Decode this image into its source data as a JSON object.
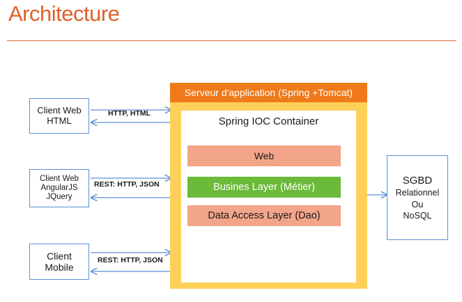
{
  "title": "Architecture",
  "clients": {
    "web_html": [
      "Client Web",
      "HTML"
    ],
    "web_angular": [
      "Client Web",
      "AngularJS",
      "JQuery"
    ],
    "mobile": [
      "Client",
      "Mobile"
    ]
  },
  "connections": {
    "web_html": "HTTP, HTML",
    "web_angular": "REST: HTTP, JSON",
    "mobile": "REST: HTTP, JSON"
  },
  "server": {
    "header": "Serveur d'application (Spring +Tomcat)",
    "container_title": "Spring IOC Container",
    "layers": {
      "web": "Web",
      "business": "Busines Layer (Métier)",
      "dao": "Data Access Layer (Dao)"
    }
  },
  "database": [
    "SGBD",
    "Relationnel",
    "Ou",
    "NoSQL"
  ],
  "colors": {
    "title": "#e0602a",
    "client_border": "#5b8fd6",
    "server_frame": "#fdd05a",
    "server_header": "#ef7a1a",
    "layer_salmon": "#f3a58a",
    "layer_green": "#6bba3a",
    "arrow_blue": "#5b8fd6",
    "arrow_orange": "#ef7a1a"
  }
}
